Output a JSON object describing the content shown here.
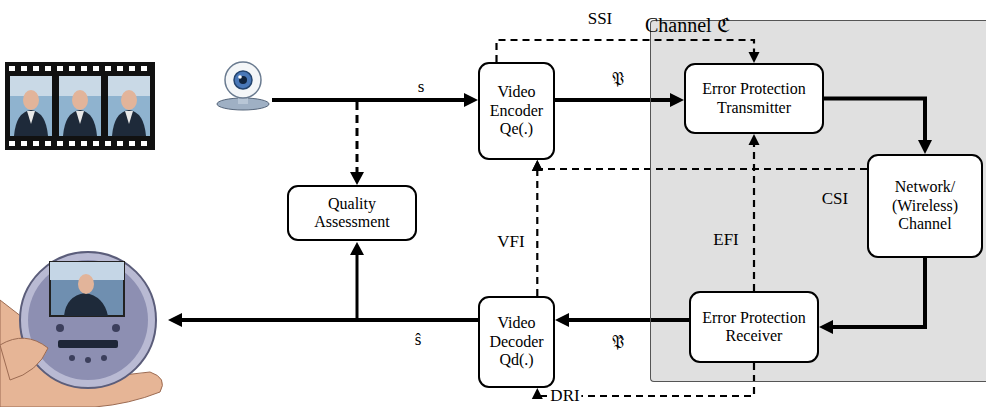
{
  "diagram": {
    "nodes": [
      {
        "text": [
          "Video Encoder",
          "Qe(.)"
        ]
      },
      {
        "text": [
          "Channel ℭ"
        ]
      },
      {
        "text": [
          "Error Protection Transmitter"
        ],
        "in": 1
      },
      {
        "text": [
          "Network/ (Wireless) Channel"
        ],
        "in": 1
      },
      {
        "text": [
          "Error Protection Receiver"
        ],
        "in": 1
      },
      {
        "text": [
          "Video Decoder",
          "Qd(.)"
        ]
      },
      {
        "text": [
          "Quality Assessment"
        ]
      }
    ],
    "edges": [
      {
        "from": 0,
        "to": 2,
        "arrow": "to",
        "label": "𝔓"
      },
      {
        "from": 2,
        "to": 3,
        "arrow": "to"
      },
      {
        "from": 3,
        "to": 4,
        "arrow": "to"
      },
      {
        "from": 4,
        "to": 5,
        "arrow": "to",
        "label": "𝔓̂"
      },
      {
        "from": 0,
        "to": 2,
        "arrow": "to",
        "label": "SSI"
      },
      {
        "from": 3,
        "to": 0,
        "arrow": "to",
        "label": "CSI"
      },
      {
        "from": 5,
        "to": 0,
        "arrow": "to",
        "label": "VFI"
      },
      {
        "from": 4,
        "to": 2,
        "arrow": "to",
        "label": "EFI"
      },
      {
        "from": 4,
        "to": 5,
        "arrow": "to",
        "label": "DRI"
      }
    ],
    "labels": [
      "s",
      "ŝ"
    ]
  }
}
